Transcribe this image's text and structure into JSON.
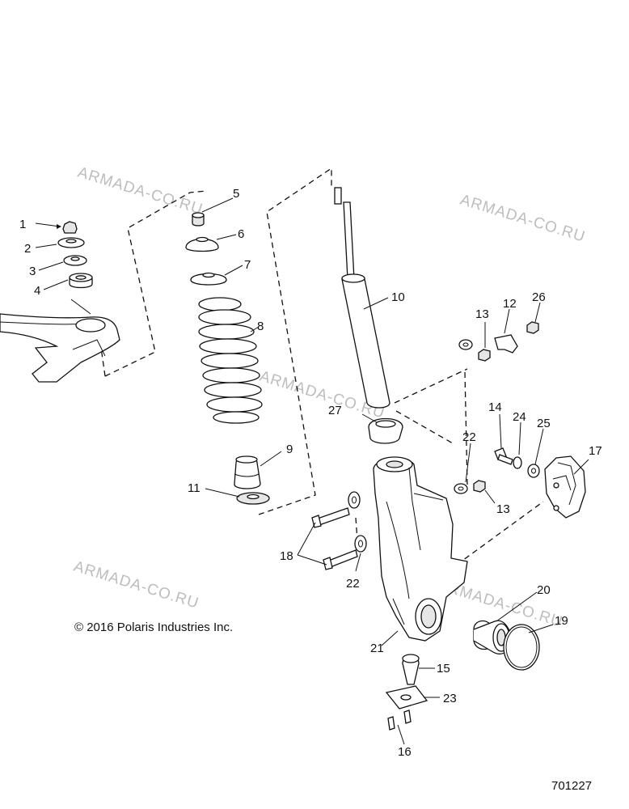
{
  "copyright": "© 2016 Polaris Industries Inc.",
  "figure_number": "701227",
  "watermark": "ARMADA-CO.RU",
  "callouts": [
    {
      "id": "c1",
      "label": "1"
    },
    {
      "id": "c2",
      "label": "2"
    },
    {
      "id": "c3",
      "label": "3"
    },
    {
      "id": "c4",
      "label": "4"
    },
    {
      "id": "c5",
      "label": "5"
    },
    {
      "id": "c6",
      "label": "6"
    },
    {
      "id": "c7",
      "label": "7"
    },
    {
      "id": "c8",
      "label": "8"
    },
    {
      "id": "c9",
      "label": "9"
    },
    {
      "id": "c10",
      "label": "10"
    },
    {
      "id": "c11",
      "label": "11"
    },
    {
      "id": "c12",
      "label": "12"
    },
    {
      "id": "c13a",
      "label": "13"
    },
    {
      "id": "c13b",
      "label": "13"
    },
    {
      "id": "c14",
      "label": "14"
    },
    {
      "id": "c15",
      "label": "15"
    },
    {
      "id": "c16",
      "label": "16"
    },
    {
      "id": "c17",
      "label": "17"
    },
    {
      "id": "c18",
      "label": "18"
    },
    {
      "id": "c19",
      "label": "19"
    },
    {
      "id": "c20",
      "label": "20"
    },
    {
      "id": "c21",
      "label": "21"
    },
    {
      "id": "c22a",
      "label": "22"
    },
    {
      "id": "c22b",
      "label": "22"
    },
    {
      "id": "c23",
      "label": "23"
    },
    {
      "id": "c24",
      "label": "24"
    },
    {
      "id": "c25",
      "label": "25"
    },
    {
      "id": "c26",
      "label": "26"
    },
    {
      "id": "c27",
      "label": "27"
    }
  ]
}
